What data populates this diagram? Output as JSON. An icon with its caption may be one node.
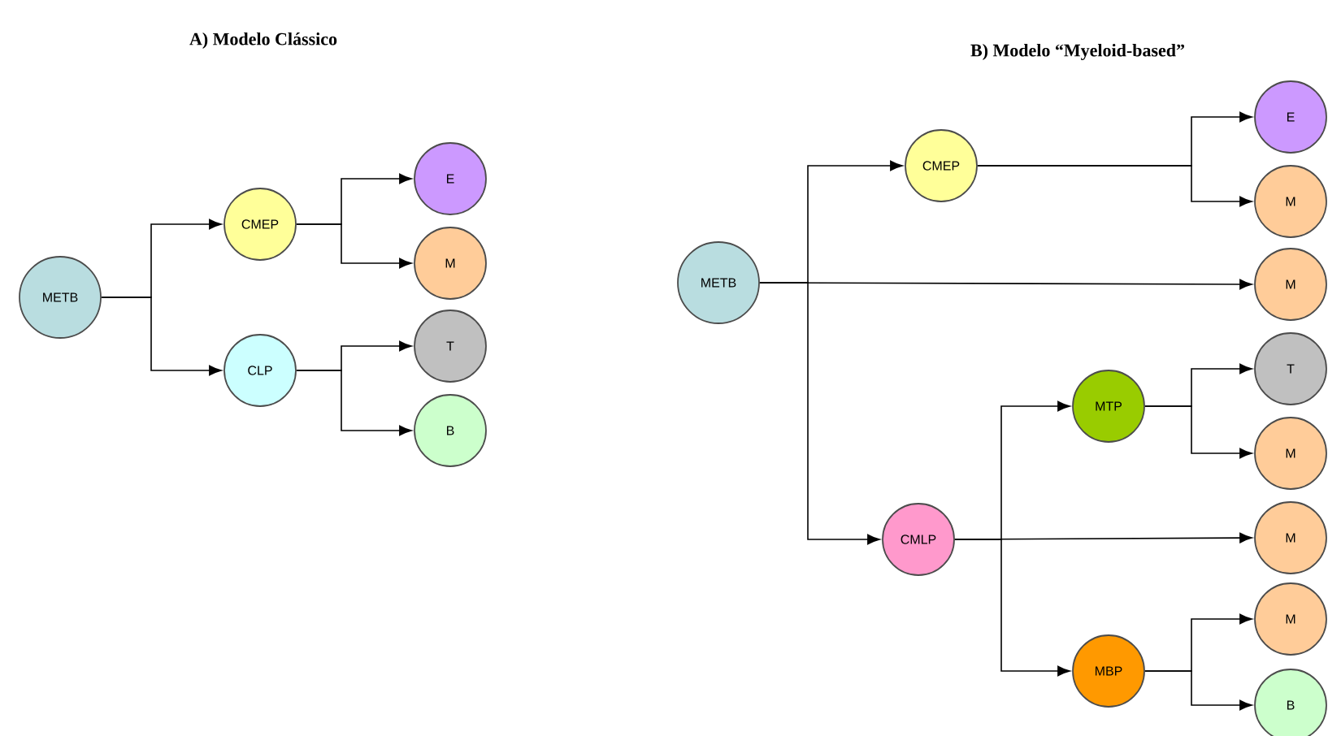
{
  "diagram": {
    "nodes": [
      {
        "text": [
          "METB"
        ]
      },
      {
        "text": [
          "CMEP"
        ]
      },
      {
        "text": [
          "CLP"
        ]
      },
      {
        "text": [
          "E"
        ]
      },
      {
        "text": [
          "M"
        ]
      },
      {
        "text": [
          "T"
        ]
      },
      {
        "text": [
          "B"
        ]
      },
      {
        "text": [
          "METB"
        ]
      },
      {
        "text": [
          "CMEP"
        ]
      },
      {
        "text": [
          "E"
        ]
      },
      {
        "text": [
          "M"
        ]
      },
      {
        "text": [
          "M"
        ]
      },
      {
        "text": [
          "MTP"
        ]
      },
      {
        "text": [
          "T"
        ]
      },
      {
        "text": [
          "M"
        ]
      },
      {
        "text": [
          "CMLP"
        ]
      },
      {
        "text": [
          "M"
        ]
      },
      {
        "text": [
          "MBP"
        ]
      },
      {
        "text": [
          "M"
        ]
      },
      {
        "text": [
          "B"
        ]
      }
    ],
    "edges": [
      {
        "from": 0,
        "to": 1,
        "arrow": "to"
      },
      {
        "from": 0,
        "to": 2,
        "arrow": "to"
      },
      {
        "from": 1,
        "to": 3,
        "arrow": "to"
      },
      {
        "from": 1,
        "to": 4,
        "arrow": "to"
      },
      {
        "from": 2,
        "to": 5,
        "arrow": "to"
      },
      {
        "from": 2,
        "to": 6,
        "arrow": "to"
      },
      {
        "from": 7,
        "to": 8,
        "arrow": "to"
      },
      {
        "from": 7,
        "to": 15,
        "arrow": "to"
      },
      {
        "from": 7,
        "to": 11,
        "arrow": "to"
      },
      {
        "from": 8,
        "to": 9,
        "arrow": "to"
      },
      {
        "from": 8,
        "to": 10,
        "arrow": "to"
      },
      {
        "from": 15,
        "to": 12,
        "arrow": "to"
      },
      {
        "from": 15,
        "to": 17,
        "arrow": "to"
      },
      {
        "from": 15,
        "to": 16,
        "arrow": "to"
      },
      {
        "from": 12,
        "to": 13,
        "arrow": "to"
      },
      {
        "from": 12,
        "to": 14,
        "arrow": "to"
      },
      {
        "from": 17,
        "to": 18,
        "arrow": "to"
      },
      {
        "from": 17,
        "to": 19,
        "arrow": "to"
      }
    ],
    "labels": [
      "A) Modelo Clássico",
      "B) Modelo “Myeloid-based”"
    ]
  }
}
